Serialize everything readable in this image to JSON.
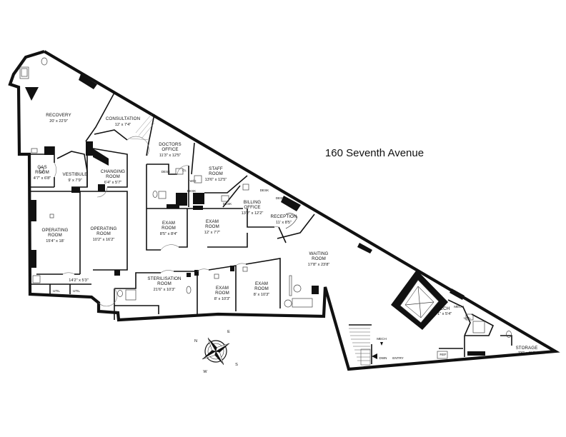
{
  "plan_title": "160 Seventh Avenue",
  "rooms": {
    "recovery": {
      "name": "RECOVERY",
      "dim": "20' x 22'9\""
    },
    "consultation": {
      "name": "CONSULTATION",
      "dim": "12' x 7'4\""
    },
    "doctors_office": {
      "name": "DOCTORS",
      "name2": "OFFICE",
      "dim": "11'3\" x 12'5\""
    },
    "staff_room": {
      "name": "STAFF",
      "name2": "ROOM",
      "dim": "13'6\" x 12'5\""
    },
    "billing_office": {
      "name": "BILLING",
      "name2": "OFFICE",
      "dim": "13'2\" x 12'2\""
    },
    "reception": {
      "name": "RECEPTION",
      "dim": "11' x 8'5\""
    },
    "gas_room": {
      "name": "GAS",
      "name2": "ROOM",
      "dim": "4'7\" x 6'8\""
    },
    "vestibule": {
      "name": "VESTIBULE",
      "dim": "9' x 7'9\""
    },
    "changing_room": {
      "name": "CHANGING",
      "name2": "ROOM",
      "dim": "6'4\" x 5'7\""
    },
    "operating_room_1": {
      "name": "OPERATING",
      "name2": "ROOM",
      "dim": "15'4\" x 18'"
    },
    "operating_room_2": {
      "name": "OPERATING",
      "name2": "ROOM",
      "dim": "10'2\" x 16'2\""
    },
    "exam_room_1": {
      "name": "EXAM",
      "name2": "ROOM",
      "dim": "8'5\" x 8'4\""
    },
    "exam_room_2": {
      "name": "EXAM",
      "name2": "ROOM",
      "dim": "12' x 7'7\""
    },
    "exam_room_3": {
      "name": "EXAM",
      "name2": "ROOM",
      "dim": "8' x 10'3\""
    },
    "exam_room_4": {
      "name": "EXAM",
      "name2": "ROOM",
      "dim": "8' x 10'3\""
    },
    "sterilisation_room": {
      "name": "STERILISATION",
      "name2": "ROOM",
      "dim": "21'6\" x 10'3\""
    },
    "waiting_room": {
      "name": "WAITING",
      "name2": "ROOM",
      "dim": "17'8\" x 23'8\""
    },
    "mech_room": {
      "name": "MECH",
      "dim": "8'1\" x 5'4\""
    },
    "storage": {
      "name": "STORAGE",
      "dim": "7'6\" x 5'4\""
    }
  },
  "small_labels": {
    "corridor_dim": "14'2\" x 5'3\"",
    "util_1": "UTIL",
    "util_2": "UTIL",
    "util_3": "UTIL",
    "cl": "CL",
    "wd": "W/D",
    "mech_top": "MECH",
    "mech_entry": "MECH",
    "dwn": "DWN",
    "entry": "ENTRY",
    "ref": "REF",
    "desk_1": "DESK",
    "desk_2": "DESK",
    "desk_3": "DESK",
    "desk_4": "DESK",
    "desk_5": "DESK"
  },
  "compass": {
    "n": "N",
    "e": "E",
    "s": "S",
    "w": "W"
  }
}
